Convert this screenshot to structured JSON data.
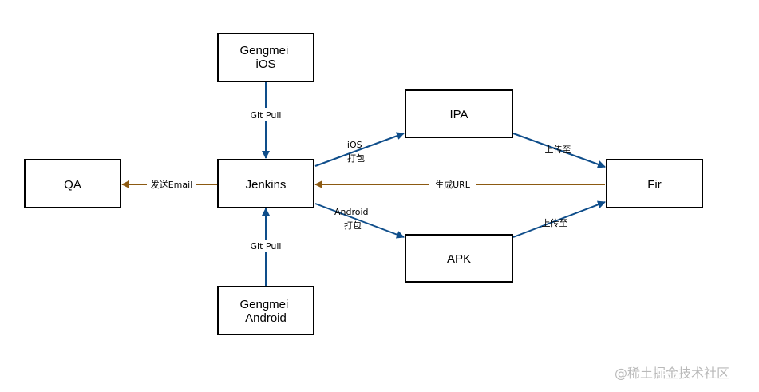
{
  "colors": {
    "blue_arrow": "#0e4d8a",
    "brown_arrow": "#8c5a12",
    "box_border": "#000000"
  },
  "nodes": {
    "gengmei_ios": {
      "lines": [
        "Gengmei",
        "iOS"
      ]
    },
    "jenkins": {
      "lines": [
        "Jenkins"
      ]
    },
    "qa": {
      "lines": [
        "QA"
      ]
    },
    "ipa": {
      "lines": [
        "IPA"
      ]
    },
    "apk": {
      "lines": [
        "APK"
      ]
    },
    "fir": {
      "lines": [
        "Fir"
      ]
    },
    "gengmei_android": {
      "lines": [
        "Gengmei",
        "Android"
      ]
    }
  },
  "edges": {
    "ios_to_jenkins": {
      "lines": [
        "Git Pull"
      ]
    },
    "android_to_jenkins": {
      "lines": [
        "Git Pull"
      ]
    },
    "jenkins_to_ipa": {
      "lines": [
        "iOS",
        "打包"
      ]
    },
    "jenkins_to_apk": {
      "lines": [
        "Android",
        "打包"
      ]
    },
    "ipa_to_fir": {
      "lines": [
        "上传至"
      ]
    },
    "apk_to_fir": {
      "lines": [
        "上传至"
      ]
    },
    "fir_to_jenkins": {
      "lines": [
        "生成URL"
      ]
    },
    "jenkins_to_qa": {
      "lines": [
        "发送Email"
      ]
    }
  },
  "watermark": "@稀土掘金技术社区"
}
